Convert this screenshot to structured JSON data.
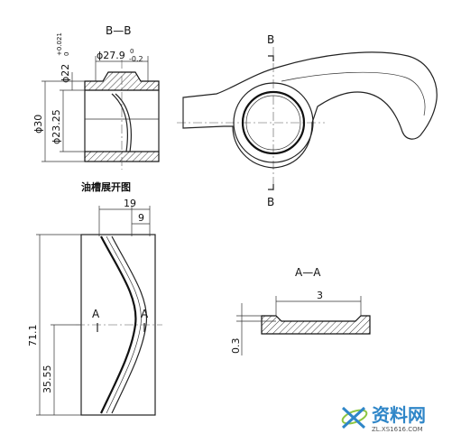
{
  "section_bb": {
    "title": "B—B",
    "dia_top_main": "ϕ27.9",
    "dia_top_tol": "-0.2",
    "dia_top_tol_upper": "0",
    "dia_left_main": "ϕ22",
    "dia_left_tol": "+0.021",
    "dia_left_tol_lower": "0",
    "dia_outer": "ϕ30",
    "dia_inner": "ϕ23.25"
  },
  "front_view": {
    "section_mark_top": "B",
    "section_mark_bottom": "B"
  },
  "development": {
    "caption": "油槽展开图",
    "dim_width": "19",
    "dim_offset": "9",
    "dim_height": "71.1",
    "dim_half_height": "35.55",
    "section_mark_left": "A",
    "section_mark_right": "A"
  },
  "section_aa": {
    "title": "A—A",
    "dim_width": "3",
    "dim_depth": "0.3"
  },
  "watermark": {
    "text": "资料网",
    "url": "ZL.XS1616.COM"
  }
}
